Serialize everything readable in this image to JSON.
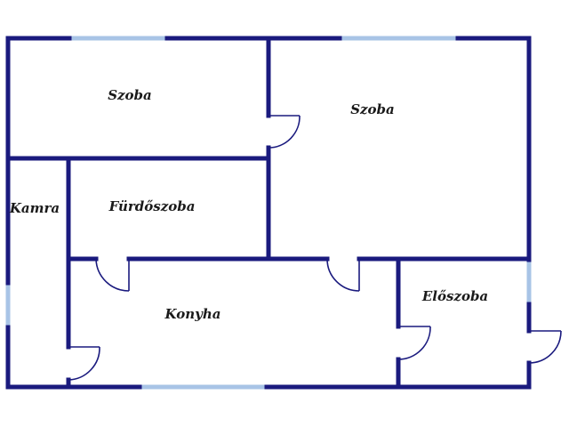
{
  "plan": {
    "colors": {
      "wall": "#1a1a7e",
      "window": "#a8c4e6",
      "text": "#1a1a1a",
      "background": "#ffffff"
    },
    "rooms": {
      "szoba_1": "Szoba",
      "szoba_2": "Szoba",
      "kamra": "Kamra",
      "furdoszoba": "Fürdőszoba",
      "konyha": "Konyha",
      "eloszoba": "Előszoba"
    }
  }
}
